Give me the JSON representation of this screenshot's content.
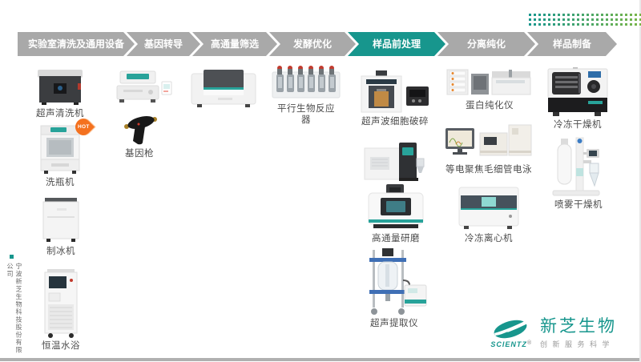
{
  "stage_tabs": [
    {
      "label": "实验室清洗及通用设备",
      "active": false
    },
    {
      "label": "基因转导",
      "active": false
    },
    {
      "label": "高通量筛选",
      "active": false
    },
    {
      "label": "发酵优化",
      "active": false
    },
    {
      "label": "样品前处理",
      "active": true
    },
    {
      "label": "分离纯化",
      "active": false
    },
    {
      "label": "样品制备",
      "active": false
    }
  ],
  "columns": [
    {
      "stage": "实验室清洗及通用设备",
      "items": [
        {
          "name": "超声清洗机"
        },
        {
          "name": "洗瓶机",
          "badge": "HOT"
        },
        {
          "name": "制冰机"
        },
        {
          "name": "恒温水浴"
        }
      ]
    },
    {
      "stage": "基因转导",
      "items": [
        {
          "name": ""
        },
        {
          "name": "基因枪"
        }
      ]
    },
    {
      "stage": "高通量筛选",
      "items": [
        {
          "name": ""
        }
      ]
    },
    {
      "stage": "发酵优化",
      "items": [
        {
          "name": "平行生物反应器"
        }
      ]
    },
    {
      "stage": "样品前处理",
      "items": [
        {
          "name": "超声波细胞破碎"
        },
        {
          "name": ""
        },
        {
          "name": "高通量研磨"
        },
        {
          "name": "超声提取仪"
        }
      ]
    },
    {
      "stage": "分离纯化",
      "items": [
        {
          "name": "蛋白纯化仪"
        },
        {
          "name": "等电聚焦毛细管电泳"
        },
        {
          "name": "冷冻离心机"
        }
      ]
    },
    {
      "stage": "样品制备",
      "items": [
        {
          "name": "冷冻干燥机"
        },
        {
          "name": "喷雾干燥机"
        }
      ]
    }
  ],
  "sidebar": {
    "company_name_vertical": "宁波新芝生物科技股份有限公司"
  },
  "brand": {
    "logo_text": "SCIENTZ",
    "registered_mark": "®",
    "name_cn": "新芝生物",
    "slogan": "创新服务科学"
  },
  "colors": {
    "accent_teal": "#17968d",
    "tab_gray": "#a9a9a9",
    "hot_badge": "#f4711f",
    "label_gray": "#4d4d4d",
    "dot_gradient_start": "#17968d",
    "dot_gradient_end": "#7ab648"
  }
}
